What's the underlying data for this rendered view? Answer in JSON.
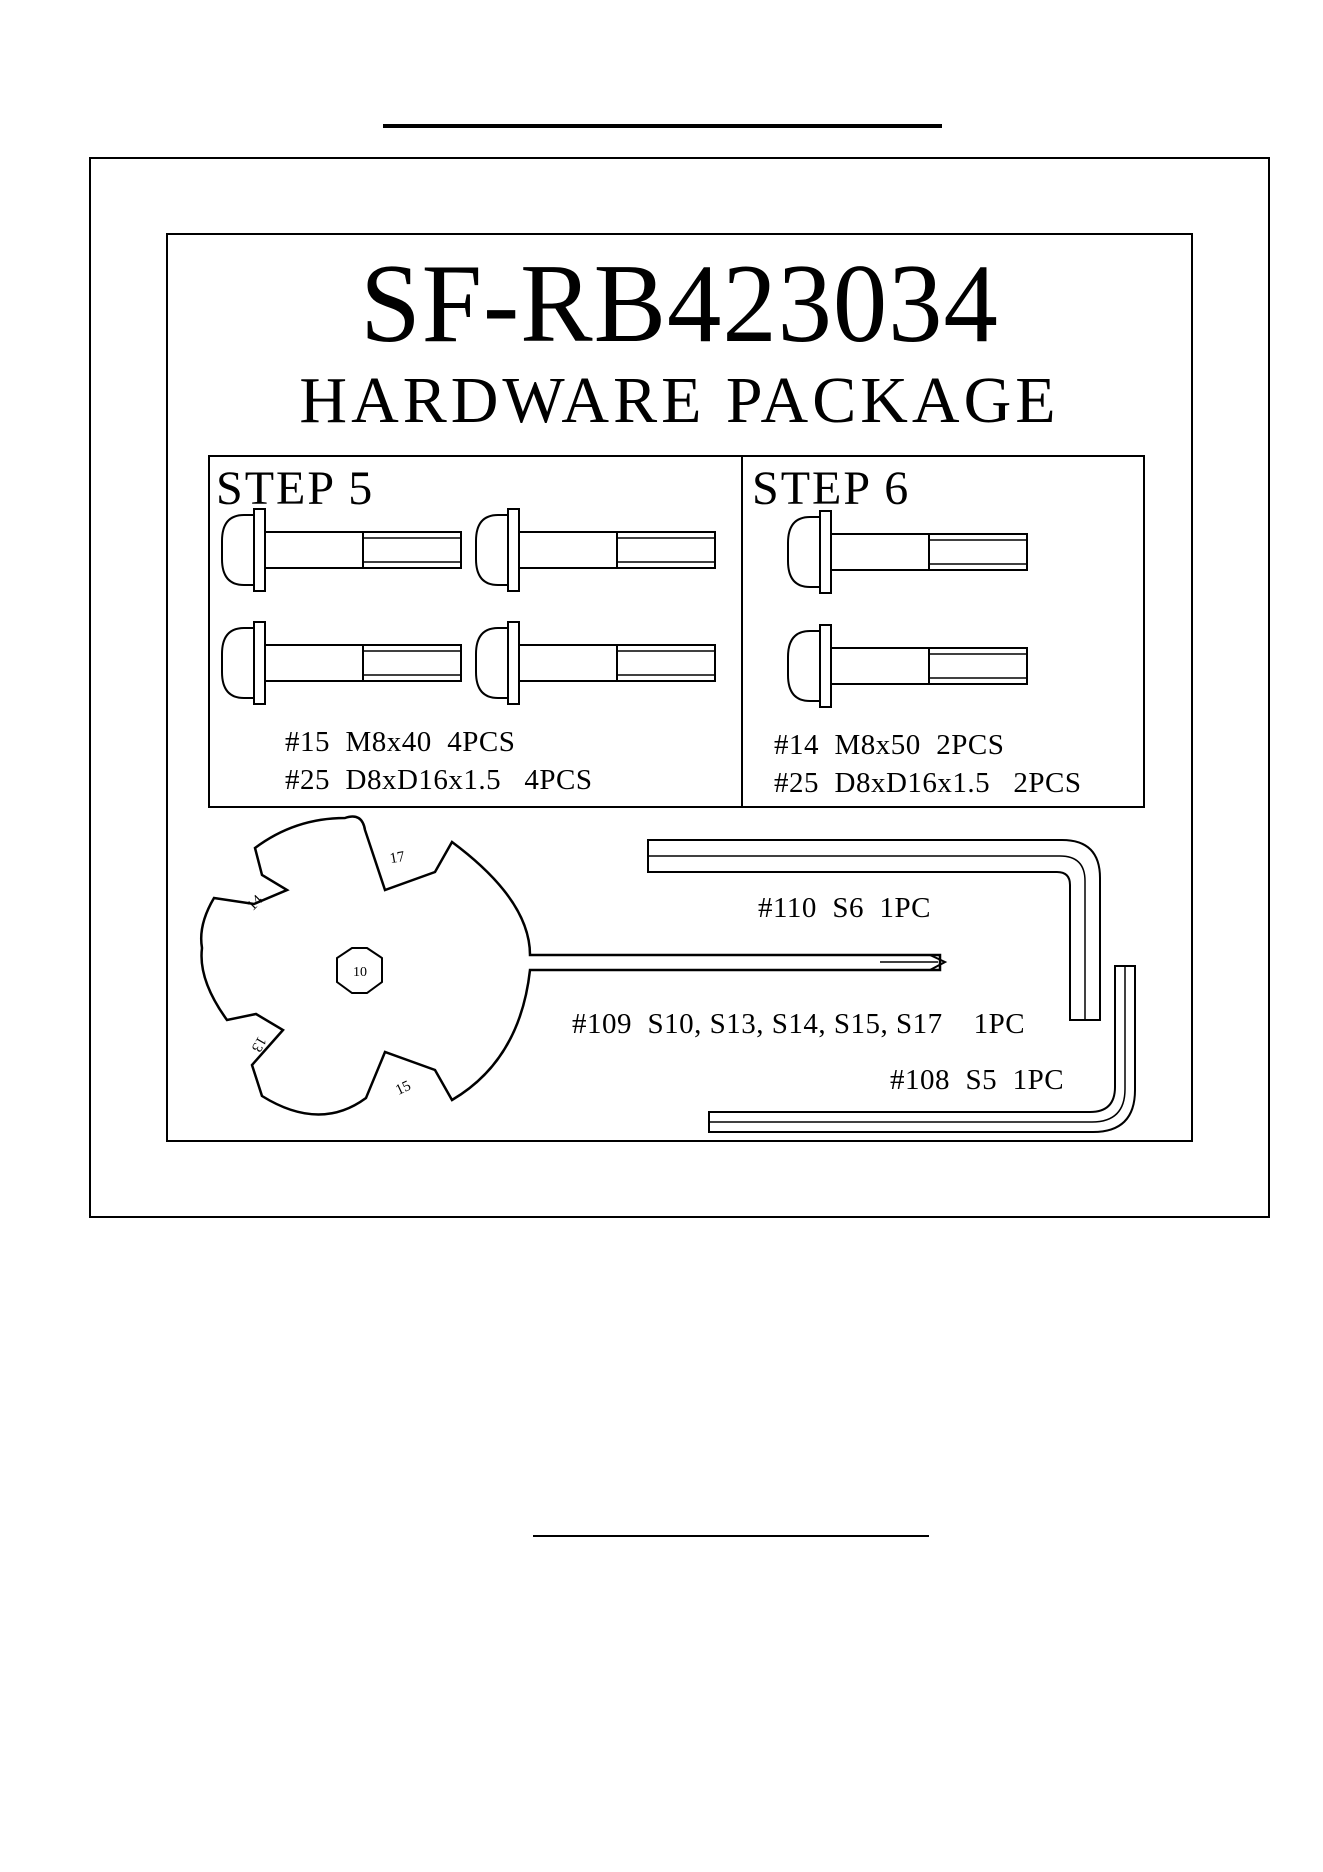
{
  "model_number": "SF-RB423034",
  "package_title": "HARDWARE PACKAGE",
  "step5": {
    "label": "STEP 5",
    "bolt_count": 4,
    "specs": [
      "#15  M8x40  4PCS",
      "#25  D8xD16x1.5   4PCS"
    ]
  },
  "step6": {
    "label": "STEP 6",
    "bolt_count": 2,
    "specs": [
      "#14  M8x50  2PCS",
      "#25  D8xD16x1.5   2PCS"
    ]
  },
  "tools": {
    "wrench_sizes": {
      "center": "10",
      "s17": "17",
      "s14": "14",
      "s13": "13",
      "s15": "15"
    },
    "item_110": "#110  S6  1PC",
    "item_109": "#109  S10, S13, S14, S15, S17    1PC",
    "item_108": "#108  S5  1PC"
  }
}
